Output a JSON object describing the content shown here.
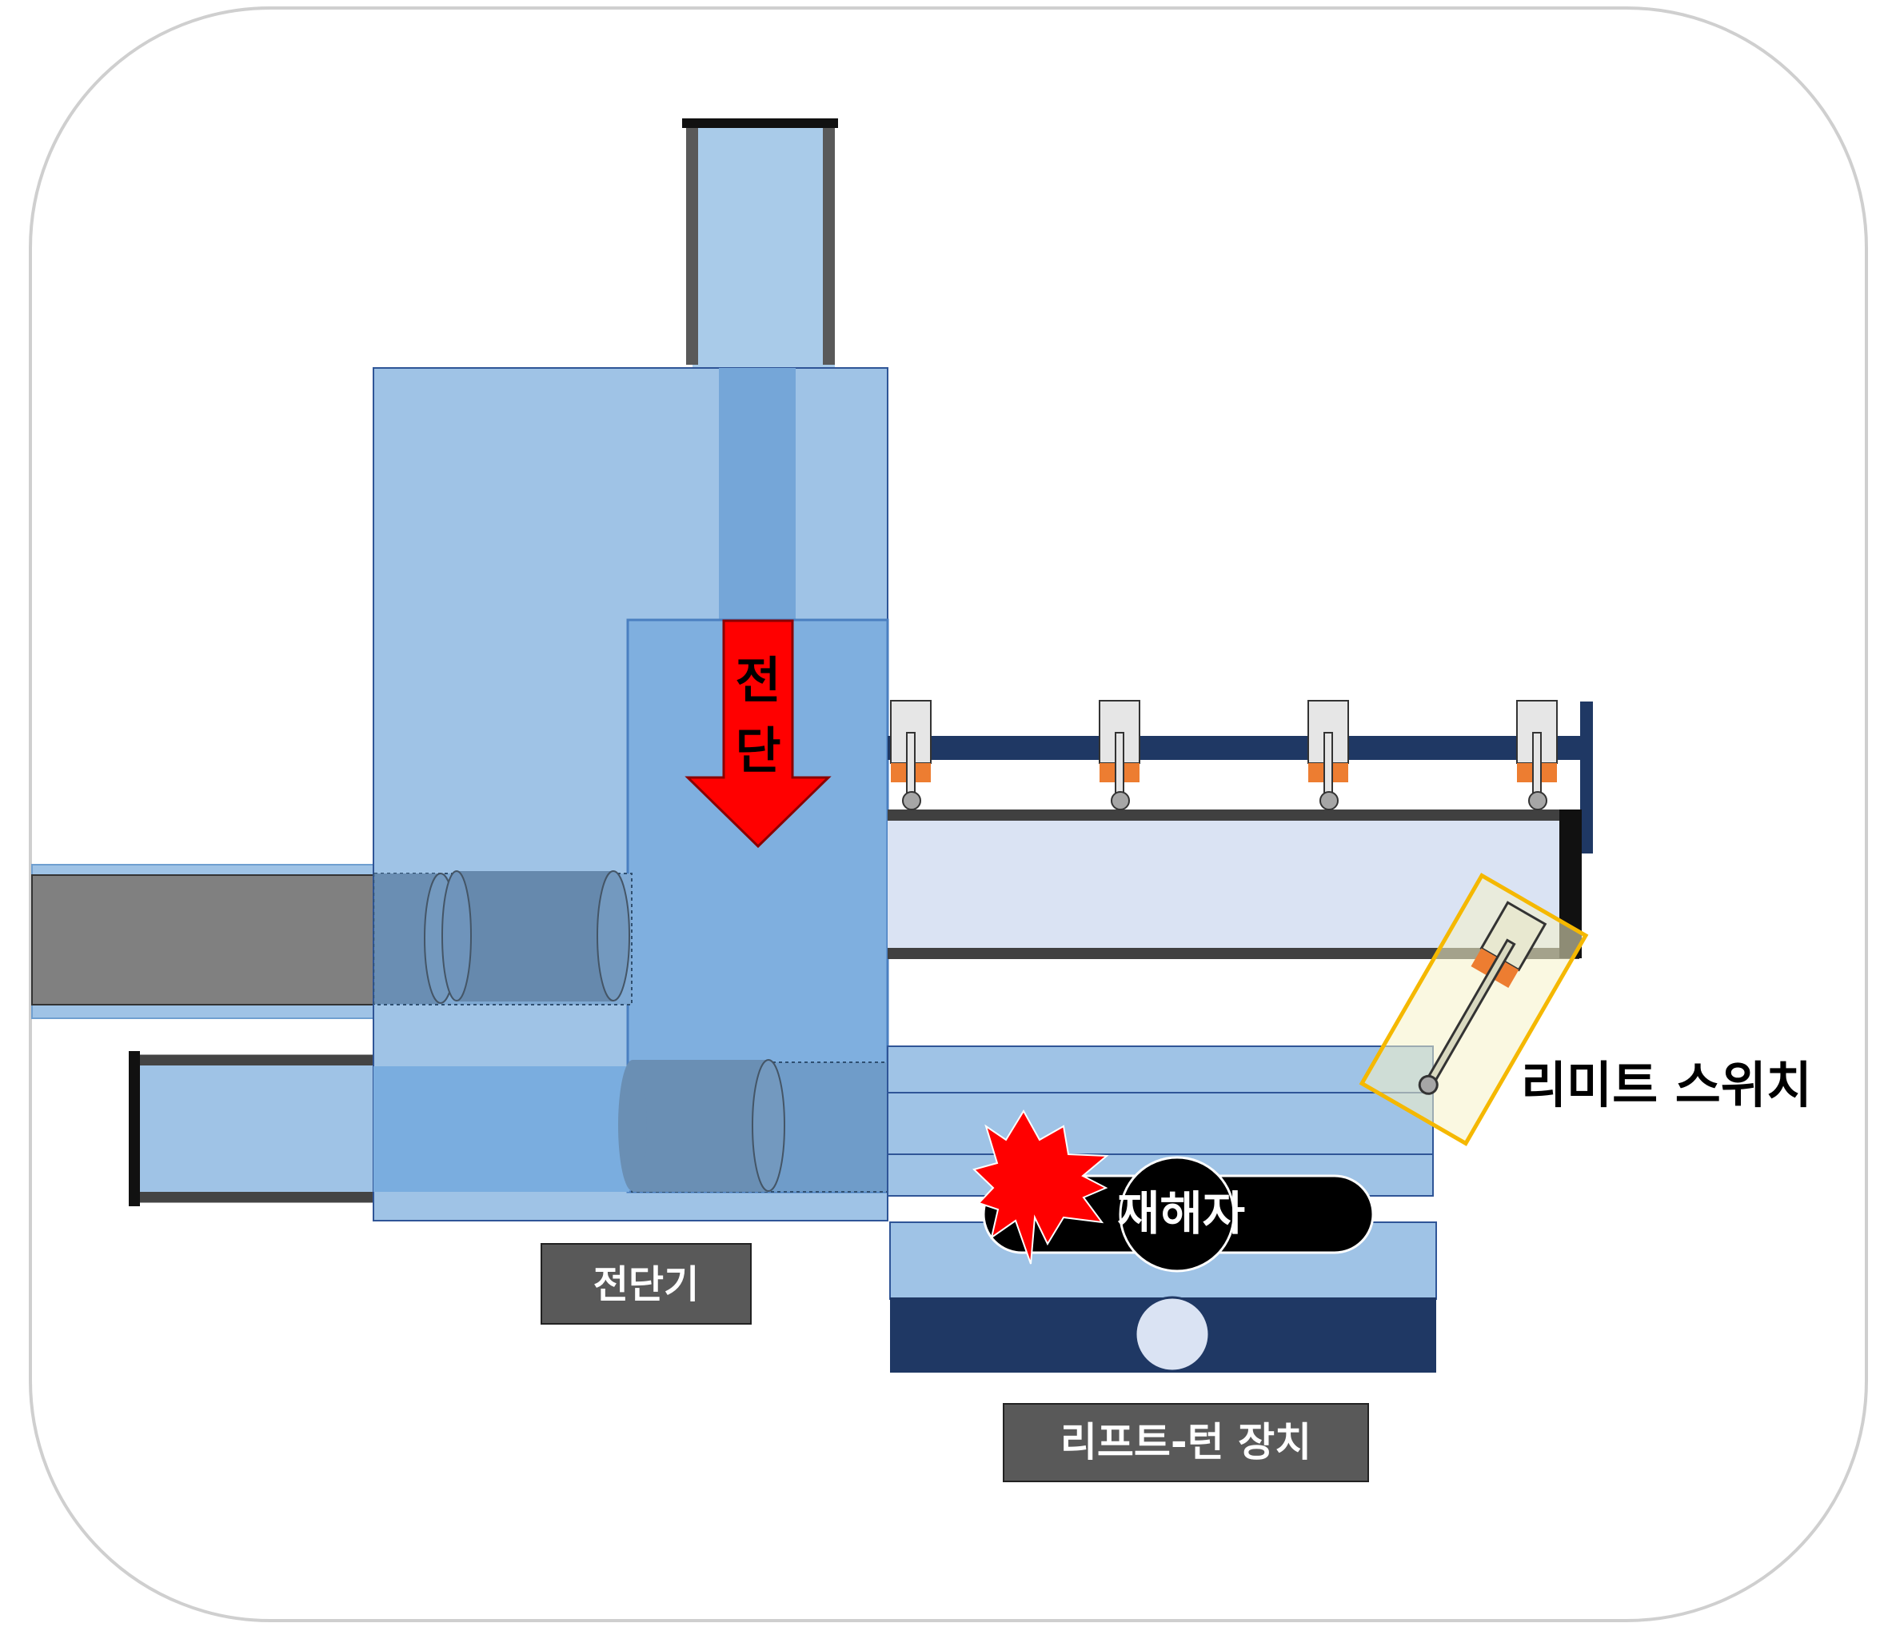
{
  "labels": {
    "shear_arrow_line1": "전",
    "shear_arrow_line2": "단",
    "shearing_machine": "전단기",
    "lift_turn_device": "리프트-턴 장치",
    "limit_switch": "리미트 스위치",
    "victim": "재해자"
  },
  "colors": {
    "background": "#ffffff",
    "border": "#cfcfcf",
    "machine_light": "#9fc3e6",
    "machine_mid": "#7fafdf",
    "machine_dark": "#75a6d8",
    "cylinder": "#6689ad",
    "pipe_gray": "#808080",
    "rail_navy": "#1f3864",
    "conveyor_fill": "#dae3f3",
    "arrow_red": "#ff0000",
    "label_box": "#595959",
    "label_text": "#ffffff",
    "limit_switch_outline": "#f5b800",
    "sensor_orange": "#ed7d31",
    "victim_black": "#000000"
  },
  "icons": {
    "shear_direction": "down-arrow-icon",
    "impact": "explosion-burst-icon",
    "sensor": "limit-switch-icon",
    "roller": "roller-icon"
  }
}
